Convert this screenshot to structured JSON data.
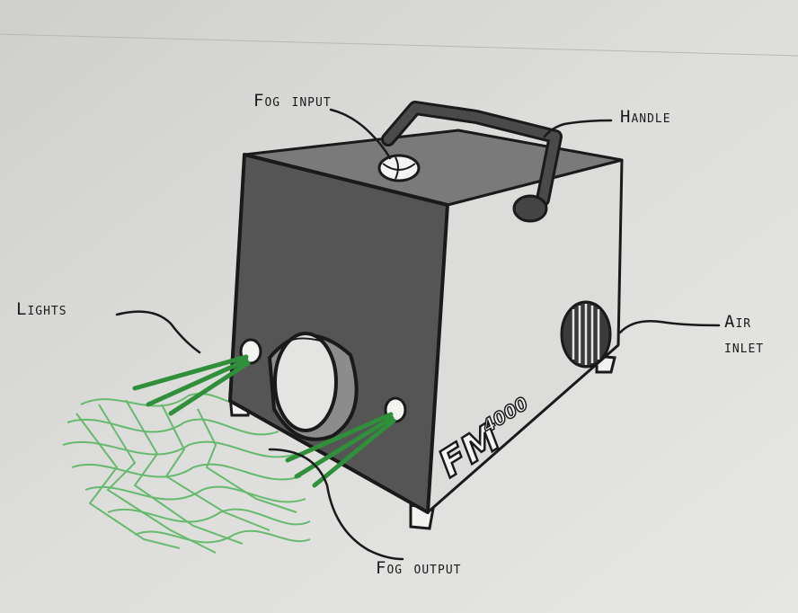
{
  "labels": {
    "fog_input": "Fog input",
    "handle": "Handle",
    "lights": "Lights",
    "air_inlet_line1": "Air",
    "air_inlet_line2": "inlet",
    "fog_output": "Fog output"
  },
  "device": {
    "brand_main": "FM",
    "brand_model": "4000"
  },
  "colors": {
    "paper": "#d9d9d7",
    "ink": "#1a1a1a",
    "device_front": "#555555",
    "device_top": "#7a7a7a",
    "device_side": "#dcdcda",
    "fog_green": "#3fae4a"
  }
}
